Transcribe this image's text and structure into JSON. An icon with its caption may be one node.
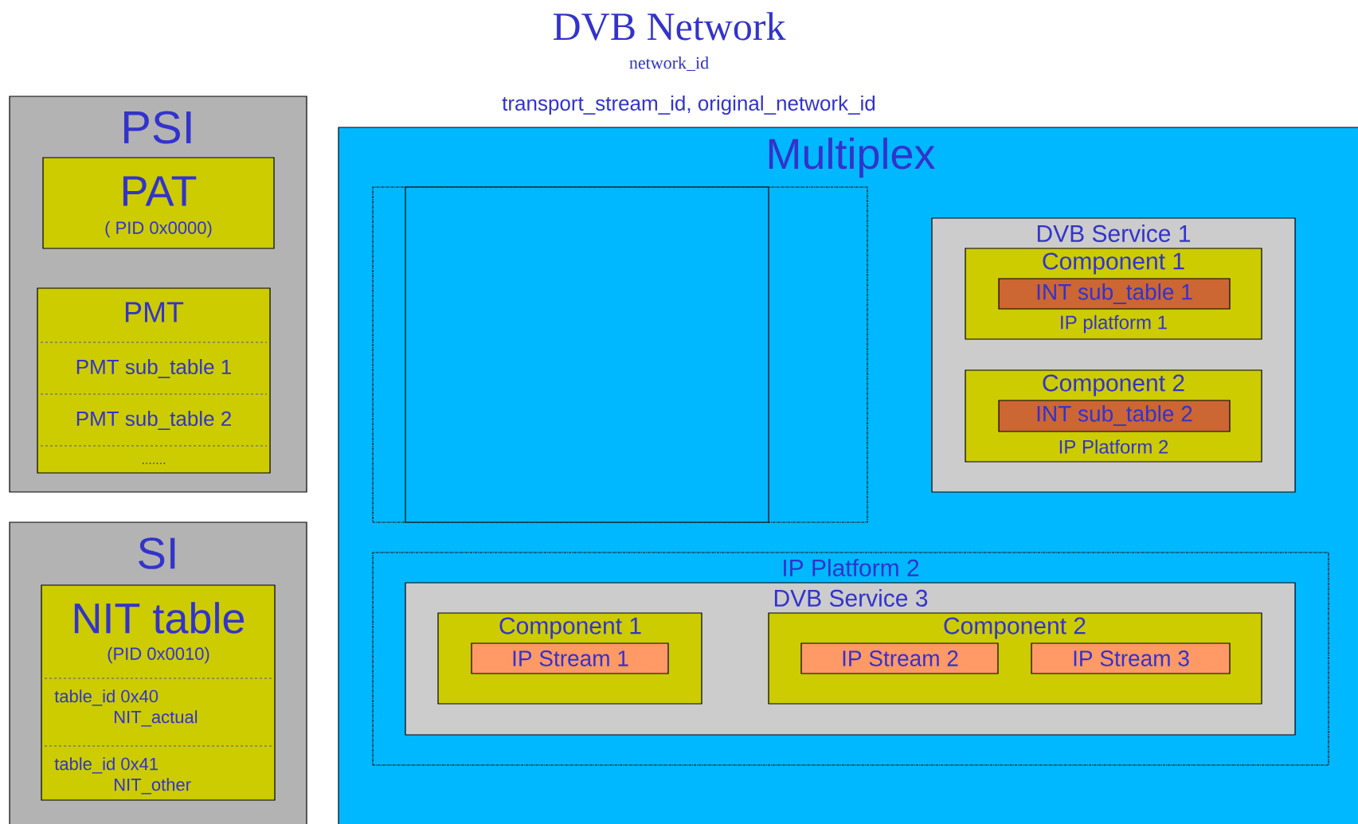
{
  "diagram": {
    "title": "DVB Network",
    "nodes": [
      {
        "text": [
          "PSI"
        ]
      },
      {
        "text": [
          "PAT",
          "( PID 0x0000)"
        ],
        "in": 0
      },
      {
        "text": [
          "PMT",
          "PMT sub_table 1",
          "PMT sub_table 2",
          "......."
        ],
        "in": 0
      },
      {
        "text": [
          "SI"
        ]
      },
      {
        "text": [
          "NIT table",
          "(PID 0x0010)",
          "table_id 0x40 NIT_actual",
          "table_id 0x41 NIT_other"
        ],
        "in": 3
      },
      {
        "text": [
          "Multiplex"
        ]
      },
      {
        "text": [],
        "shape": "box",
        "in": 5
      },
      {
        "text": [],
        "shape": "box",
        "in": 6
      },
      {
        "text": [
          "DVB Service 1"
        ],
        "in": 5
      },
      {
        "text": [
          "Component 1",
          "IP platform 1"
        ],
        "in": 8
      },
      {
        "text": [
          "INT sub_table 1"
        ],
        "in": 9
      },
      {
        "text": [
          "Component 2",
          "IP Platform 2"
        ],
        "in": 8
      },
      {
        "text": [
          "INT sub_table 2"
        ],
        "in": 11
      },
      {
        "text": [
          "IP Platform 2"
        ],
        "in": 5
      },
      {
        "text": [
          "DVB Service 3"
        ],
        "in": 13
      },
      {
        "text": [
          "Component 1"
        ],
        "in": 14
      },
      {
        "text": [
          "IP Stream 1"
        ],
        "in": 15
      },
      {
        "text": [
          "Component 2"
        ],
        "in": 14
      },
      {
        "text": [
          "IP Stream 2"
        ],
        "in": 17
      },
      {
        "text": [
          "IP Stream 3"
        ],
        "in": 17
      }
    ],
    "labels": [
      "network_id",
      "transport_stream_id, original_network_id"
    ]
  }
}
